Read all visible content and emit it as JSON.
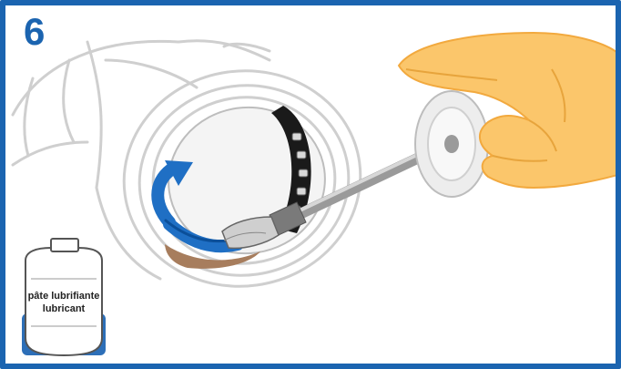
{
  "step": {
    "number": "6"
  },
  "bottle": {
    "label_line1": "pâte lubrifiante",
    "label_line2": "lubricant"
  },
  "colors": {
    "frame": "#1b64b0",
    "arrow": "#1f6fc4",
    "hand": "#fbc66b",
    "hand_shadow": "#f2a93e",
    "grease": "#a77d5d",
    "outline": "#c9c9c9",
    "bottle_base": "#2d6fb8"
  },
  "icons": {
    "hand": "hand-icon",
    "brush": "brush-icon",
    "bottle": "bottle-icon",
    "arrow": "rotation-arrow-icon"
  }
}
